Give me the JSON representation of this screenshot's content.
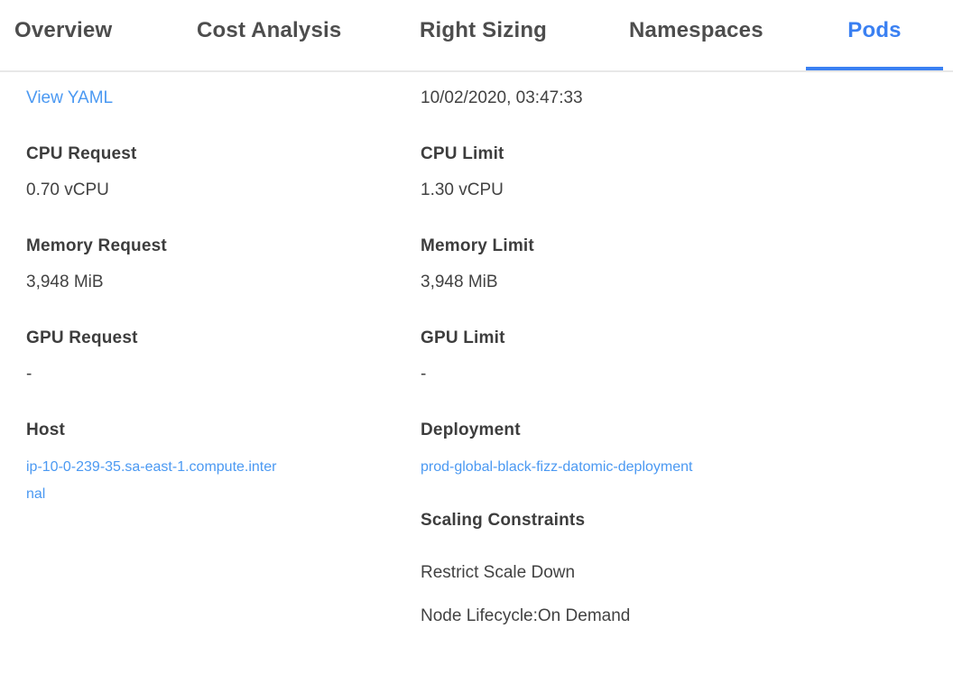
{
  "tabs": [
    {
      "label": "Overview",
      "active": false
    },
    {
      "label": "Cost Analysis",
      "active": false
    },
    {
      "label": "Right Sizing",
      "active": false
    },
    {
      "label": "Namespaces",
      "active": false
    },
    {
      "label": "Pods",
      "active": true
    }
  ],
  "detail": {
    "view_yaml_label": "View YAML",
    "timestamp": "10/02/2020, 03:47:33",
    "left_fields": [
      {
        "label": "CPU Request",
        "value": "0.70 vCPU"
      },
      {
        "label": "Memory Request",
        "value": "3,948 MiB"
      },
      {
        "label": "GPU Request",
        "value": "-"
      },
      {
        "label": "Host",
        "value": "ip-10-0-239-35.sa-east-1.compute.internal",
        "is_link": true
      }
    ],
    "right_fields": [
      {
        "label": "CPU Limit",
        "value": "1.30 vCPU"
      },
      {
        "label": "Memory Limit",
        "value": "3,948 MiB"
      },
      {
        "label": "GPU Limit",
        "value": "-"
      },
      {
        "label": "Deployment",
        "value": "prod-global-black-fizz-datomic-deployment",
        "is_link": true
      }
    ],
    "scaling": {
      "title": "Scaling Constraints",
      "items": [
        "Restrict Scale Down",
        "Node Lifecycle:On Demand"
      ]
    }
  },
  "colors": {
    "accent": "#3a80f2",
    "link": "#4b99f2",
    "tab_text": "#4d4d4d",
    "label_text": "#3d3d3d",
    "value_text": "#424242",
    "border": "#e8e8e8"
  }
}
